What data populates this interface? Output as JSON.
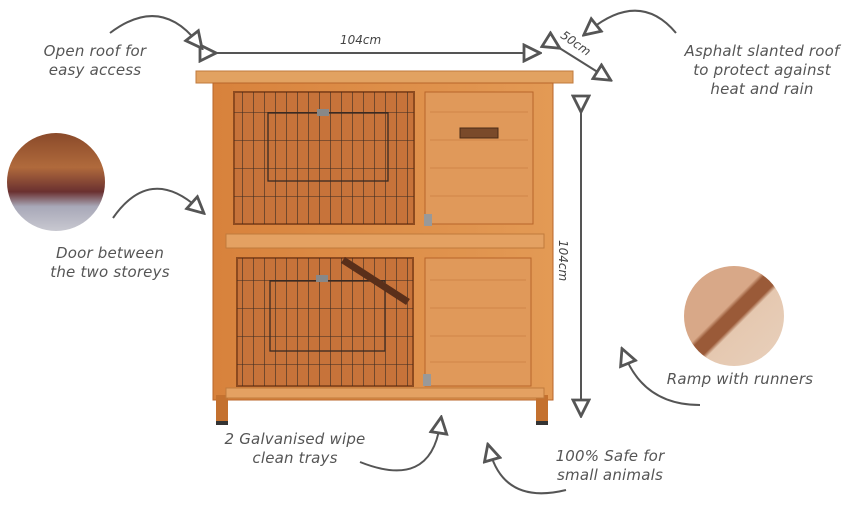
{
  "diagram": {
    "subject": "Two-storey wooden rabbit hutch",
    "dimensions": {
      "width": "104cm",
      "height": "104cm",
      "depth": "50cm"
    },
    "annotations": [
      {
        "id": "open-roof",
        "text_line1": "Open roof for",
        "text_line2": "easy access"
      },
      {
        "id": "asphalt-roof",
        "text_line1": "Asphalt slanted roof",
        "text_line2": "to protect against",
        "text_line3": "heat and rain"
      },
      {
        "id": "door-between",
        "text_line1": "Door between",
        "text_line2": "the two storeys"
      },
      {
        "id": "ramp",
        "text_line1": "Ramp with runners"
      },
      {
        "id": "trays",
        "text_line1": "2 Galvanised wipe",
        "text_line2": "clean trays"
      },
      {
        "id": "safe",
        "text_line1": "100% Safe for",
        "text_line2": "small animals"
      }
    ],
    "colors": {
      "wood": "#d9853f",
      "wood_dark": "#b8652a",
      "wood_light": "#e8a563",
      "mesh": "#3a2a22",
      "arrow": "#555555"
    }
  }
}
